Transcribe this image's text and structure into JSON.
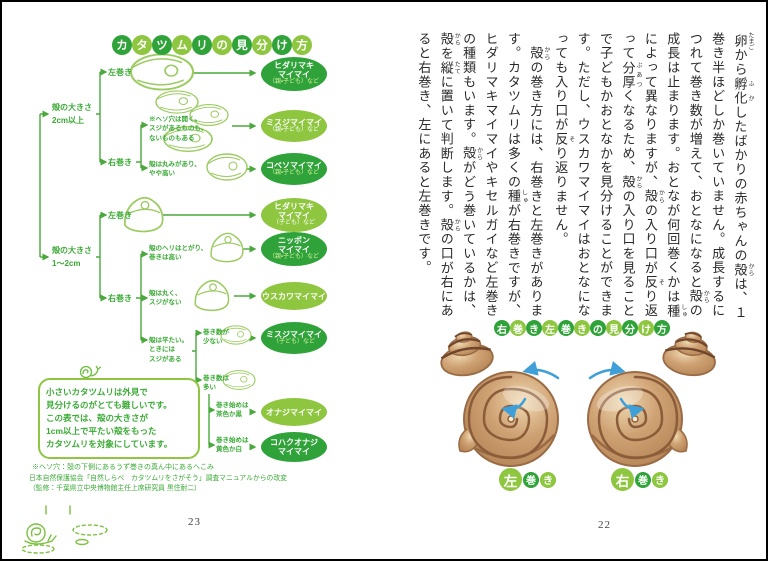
{
  "colors": {
    "dark_green": "#2fa339",
    "light_green": "#8ec640",
    "line_green": "#4aa83d",
    "text_green": "#3aaa35",
    "shell_brown": "#c59a6b",
    "arrow_blue": "#3f9fd8"
  },
  "left_page": {
    "page_number": "23",
    "title_chars": [
      "カ",
      "タ",
      "ツ",
      "ム",
      "リ",
      "の",
      "見",
      "分",
      "け",
      "方"
    ],
    "tree": {
      "size_large": "殻の大きさ\n2cm以上",
      "size_small": "殻の大きさ\n1〜2cm",
      "left_coil_a": "左巻き",
      "right_coil_a": "右巻き",
      "left_coil_b": "左巻き",
      "right_coil_b": "右巻き",
      "note_misuji": "※ヘソ穴は開く。\nスジがあるものも、\nないものもある",
      "note_kobeso": "殻は丸みがあり、\nやや高い",
      "note_nippon": "殻のヘリはとがり、\n巻きは高い",
      "note_usukawa": "殻は丸く、\nスジがない",
      "note_flat": "殻は平たい。\nときには\nスジがある",
      "note_few": "巻き数が\n少ない",
      "note_many": "巻き数は\n多い",
      "note_brown": "巻き始めは\n茶色か黒",
      "note_yellow": "巻き始めは\n黄色か白",
      "species": [
        {
          "name": "ヒダリマキ\nマイマイ",
          "sub": "（親・子ども）など"
        },
        {
          "name": "ミスジマイマイ",
          "sub": "（親・子ども）など"
        },
        {
          "name": "コベソマイマイ",
          "sub": "（親・子ども）など"
        },
        {
          "name": "ヒダリマキ\nマイマイ",
          "sub": "（子ども）など"
        },
        {
          "name": "ニッポン\nマイマイ",
          "sub": "（親・子ども）など"
        },
        {
          "name": "ウスカワマイマイ",
          "sub": ""
        },
        {
          "name": "ミスジマイマイ",
          "sub": "（子ども）など"
        },
        {
          "name": "オナジマイマイ",
          "sub": ""
        },
        {
          "name": "コハクオナジ\nマイマイ",
          "sub": ""
        }
      ]
    },
    "bubble": "小さいカタツムリは外見で\n見分けるのがとても難しいです。\nこの表では、殻の大きさが\n1cm以上で平たい殻をもった\nカタツムリを対象にしています。",
    "footnote_heso": "※ヘソ穴：殻の下側にあるうず巻きの真ん中にあるへこみ",
    "footnote_source": "日本自然保護協会「自然しらべ　カタツムリをさがそう」調査マニュアルからの改変\n（監修：千葉県立中央博物館主任上席研究員 黒住耐二）"
  },
  "right_page": {
    "page_number": "22",
    "paragraphs": [
      {
        "segments": [
          [
            "卵",
            "たまご"
          ],
          [
            "から",
            null
          ],
          [
            "孵化",
            "ふか"
          ],
          [
            "したばかりの赤ちゃんの",
            null
          ],
          [
            "殻",
            "から"
          ],
          [
            "は、１巻き半ほどしか巻いていません。成長するにつれて巻き数が増えて、おとなになると",
            null
          ],
          [
            "殻",
            "から"
          ],
          [
            "の成長は止まります。おとなが何回巻くかは",
            null
          ],
          [
            "種",
            "しゅ"
          ],
          [
            "によって異なりますが、",
            null
          ],
          [
            "殻",
            "から"
          ],
          [
            "の入り口が",
            null
          ],
          [
            "反",
            "そ"
          ],
          [
            "り返って",
            null
          ],
          [
            "分厚",
            "ぶあつ"
          ],
          [
            "くなるため、",
            null
          ],
          [
            "殻",
            "から"
          ],
          [
            "の入り口を見ることで子どもかおとなかを見分けることができます。ただし、ウスカワマイマイはおとなになっても入り口が",
            null
          ],
          [
            "反",
            "そ"
          ],
          [
            "り返りません。",
            null
          ]
        ]
      },
      {
        "segments": [
          [
            "　",
            null
          ],
          [
            "殻",
            "から"
          ],
          [
            "の巻き方には、右巻きと左巻きがあります。カタツムリは多くの",
            null
          ],
          [
            "種",
            "しゅ"
          ],
          [
            "が右巻きですが、ヒダリマキマイマイやキセルガイなど左巻きの種類もいます。",
            null
          ],
          [
            "殻",
            "から"
          ],
          [
            "がどう巻いているかは、",
            null
          ],
          [
            "殻",
            "から"
          ],
          [
            "を",
            null
          ],
          [
            "縦",
            "たて"
          ],
          [
            "に置いて判断します。",
            null
          ],
          [
            "殻",
            "から"
          ],
          [
            "の口が右にあると右巻き、左にあると左巻きです。",
            null
          ]
        ]
      }
    ],
    "diagram": {
      "title_chars": [
        "右",
        "巻",
        "き",
        "左",
        "巻",
        "き",
        "の",
        "見",
        "分",
        "け",
        "方"
      ],
      "label_left_chars": [
        "左",
        "巻",
        "き"
      ],
      "label_right_chars": [
        "右",
        "巻",
        "き"
      ]
    }
  }
}
